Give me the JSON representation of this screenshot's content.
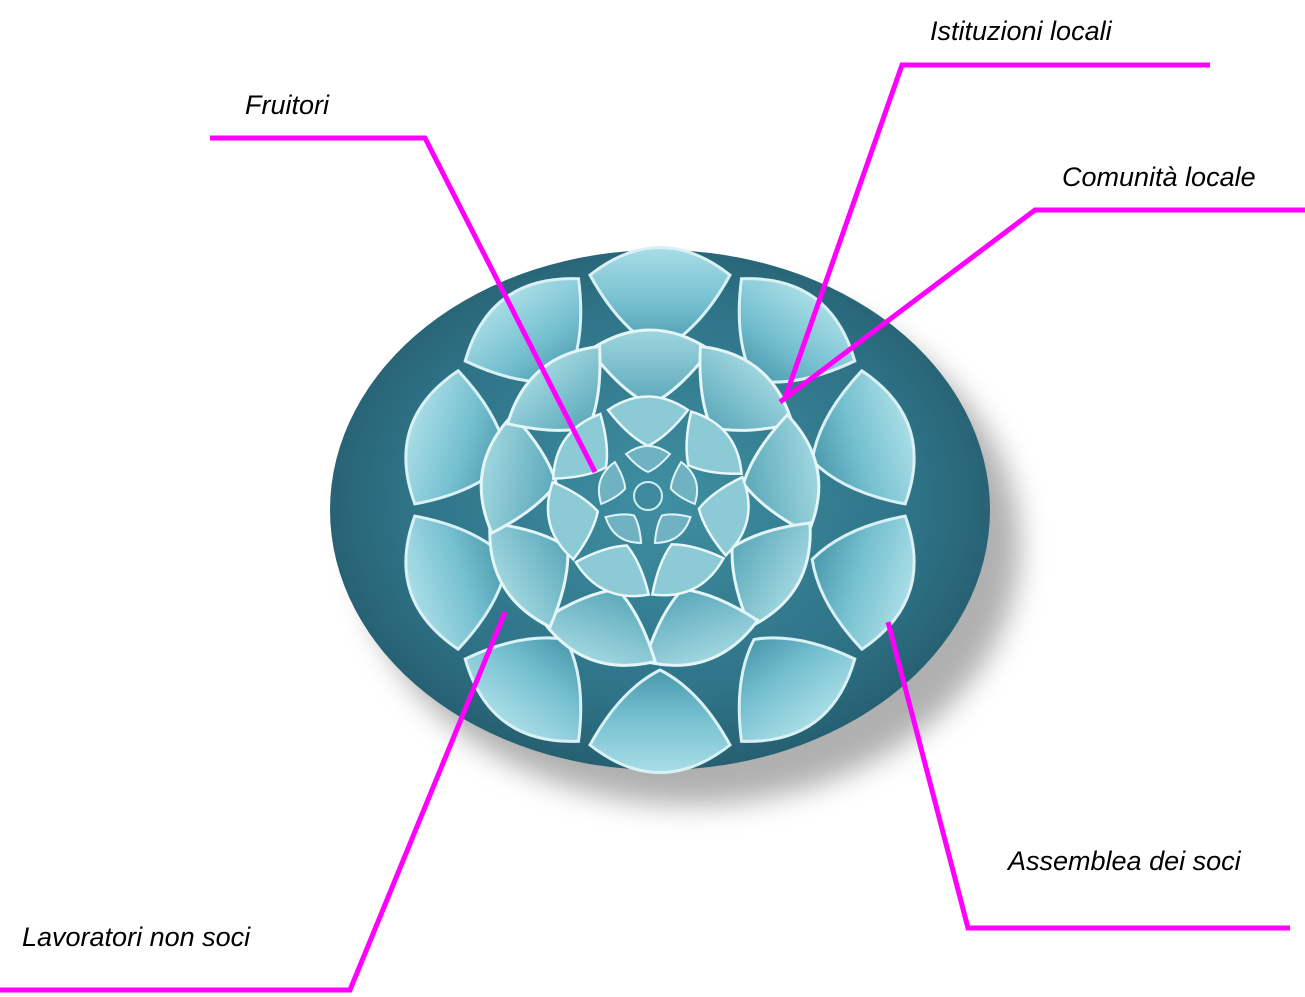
{
  "diagram": {
    "leader_color": "#ff00ff",
    "labels": {
      "fruitori": "Fruitori",
      "istituzioni_locali": "Istituzioni locali",
      "comunita_locale": "Comunità locale",
      "assemblea_dei_soci": "Assemblea dei soci",
      "lavoratori_non_soci": "Lavoratori non soci"
    },
    "center_image": "succulent-rosette"
  }
}
